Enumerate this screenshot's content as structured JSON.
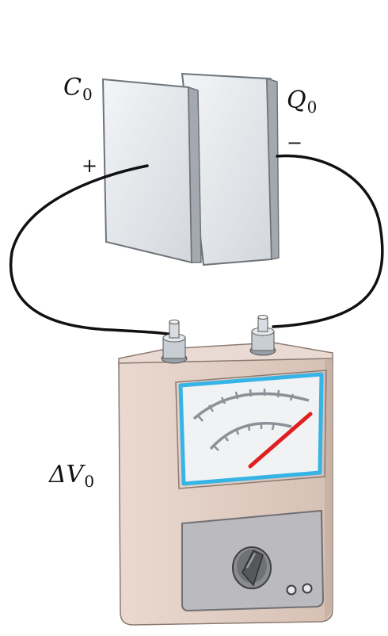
{
  "labels": {
    "capacitance": {
      "symbol": "C",
      "subscript": "0"
    },
    "charge": {
      "symbol": "Q",
      "subscript": "0"
    },
    "voltage": {
      "symbol": "ΔV",
      "subscript": "0"
    },
    "plus_sign": "+",
    "minus_sign": "−"
  },
  "colors": {
    "plate_face": "#e4e7ea",
    "plate_edge": "#7a7f86",
    "wire": "#111111",
    "meter_case": "#dcc7bd",
    "meter_case_shade": "#c2aca1",
    "meter_window_border": "#36b4e6",
    "meter_face": "#f1f2f4",
    "needle": "#e02020",
    "scale": "#8d9096",
    "panel": "#b9b9bd"
  },
  "icons": {
    "selector_knob": "rotary-knob-icon",
    "jacks": "jack-icon"
  }
}
